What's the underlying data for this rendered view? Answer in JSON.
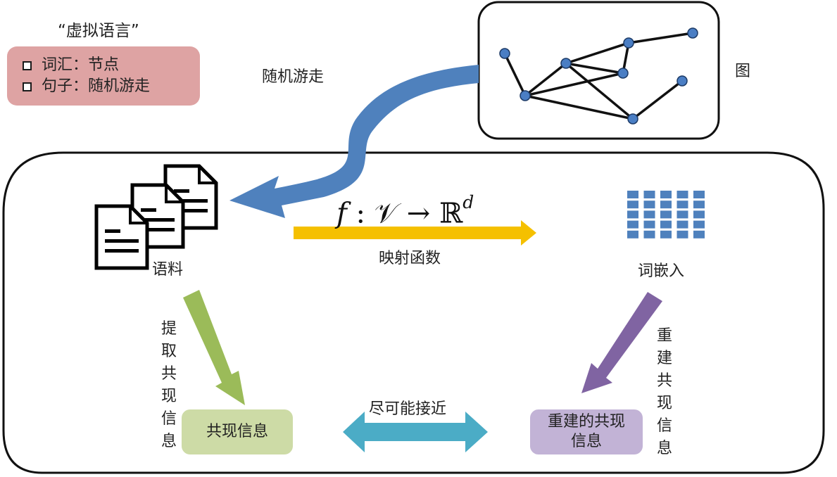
{
  "virtual_language": {
    "title": "“虚拟语言”",
    "items": [
      {
        "label": "词汇：节点"
      },
      {
        "label": "句子：随机游走"
      }
    ]
  },
  "labels": {
    "random_walk": "随机游走",
    "graph": "图",
    "corpus": "语料",
    "mapping_function": "映射函数",
    "word_embedding": "词嵌入",
    "extract_cooccurrence": [
      "提取",
      "共现",
      "信息"
    ],
    "rebuild_cooccurrence": [
      "重建",
      "共现",
      "信息"
    ],
    "approximate": "尽可能接近"
  },
  "formula": {
    "function": "f",
    "colon": " : ",
    "domain": "𝒱",
    "arrow": " → ",
    "codomain": "ℝ",
    "exponent": "d"
  },
  "boxes": {
    "cooccurrence_info": "共现信息",
    "rebuilt_cooccurrence_info": [
      "重建的共现",
      "信息"
    ]
  },
  "graph": {
    "node_color": "#4a7ec4",
    "edge_color": "#111111",
    "nodes": [
      {
        "id": "a"
      },
      {
        "id": "b"
      },
      {
        "id": "c"
      },
      {
        "id": "d"
      },
      {
        "id": "e"
      },
      {
        "id": "f"
      },
      {
        "id": "g"
      },
      {
        "id": "h"
      },
      {
        "id": "i"
      }
    ],
    "edges": [
      [
        "a",
        "e"
      ],
      [
        "e",
        "b"
      ],
      [
        "b",
        "d"
      ],
      [
        "e",
        "d"
      ],
      [
        "b",
        "c"
      ],
      [
        "c",
        "d"
      ],
      [
        "c",
        "i"
      ],
      [
        "e",
        "h"
      ],
      [
        "b",
        "h"
      ],
      [
        "h",
        "g"
      ]
    ]
  },
  "colors": {
    "random_walk_arrow": "#4f81bd",
    "mapping_arrow": "#f5c000",
    "extract_arrow": "#9bbb59",
    "rebuild_arrow": "#8064a2",
    "approx_arrow": "#4bacc6",
    "embedding_grid": "#4f81bd",
    "virtual_box": "#dea3a3",
    "cooccurrence_box": "#cddba6",
    "rebuild_box": "#c2b3d6"
  },
  "icons": [
    "documents-icon",
    "embedding-grid-icon",
    "checkbox-icon"
  ]
}
